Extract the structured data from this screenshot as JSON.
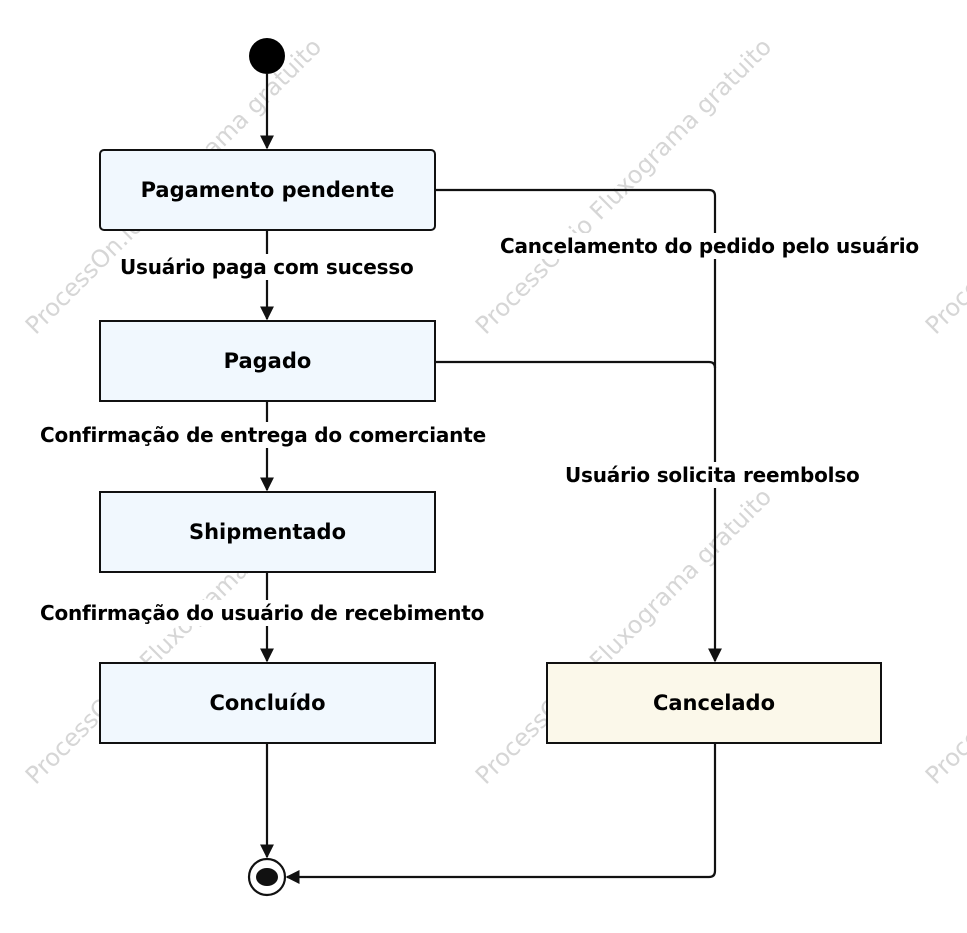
{
  "states": {
    "pendente": "Pagamento pendente",
    "pago": "Pagado",
    "enviado": "Shipmentado",
    "concluido": "Concluído",
    "cancelado": "Cancelado"
  },
  "transitions": {
    "pago_sucesso": "Usuário paga com sucesso",
    "confirmacao_entrega": "Confirmação de entrega do comerciante",
    "confirmacao_recebimento": "Confirmação do usuário de recebimento",
    "cancelamento": "Cancelamento do pedido pelo usuário",
    "reembolso": "Usuário solicita reembolso"
  },
  "watermark": "ProcessOn.io Fluxograma gratuito",
  "colors": {
    "state_fill": "#f1f8fe",
    "cancel_fill": "#fbf8ea",
    "line": "#111111"
  }
}
